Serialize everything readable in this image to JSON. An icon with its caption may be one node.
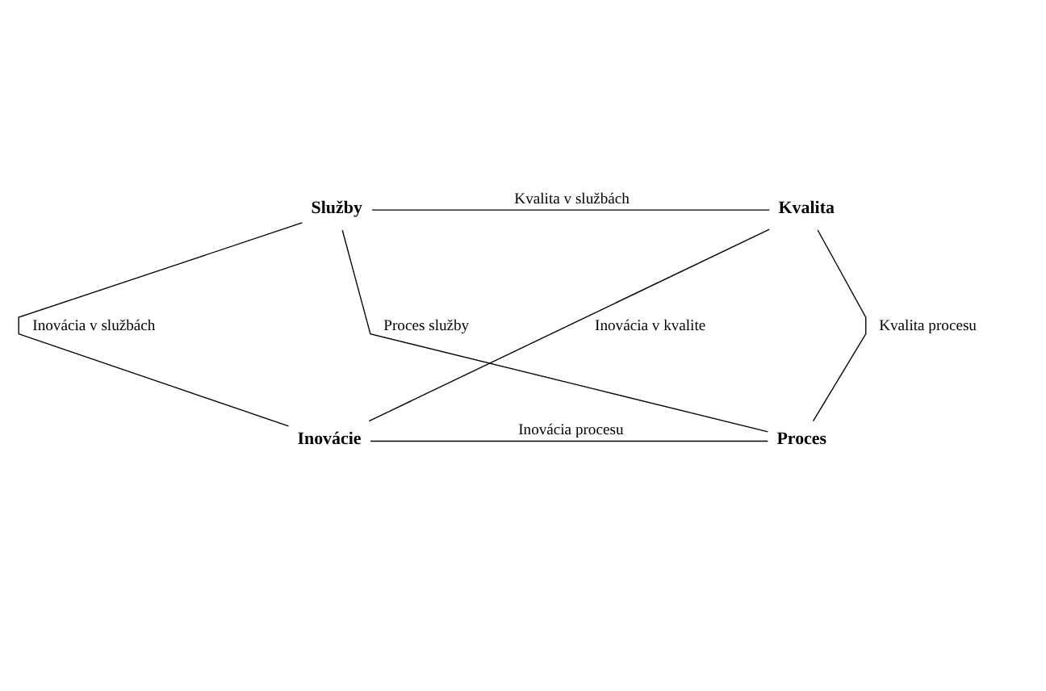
{
  "diagram": {
    "nodes": [
      {
        "text": [
          "Služby"
        ]
      },
      {
        "text": [
          "Kvalita"
        ]
      },
      {
        "text": [
          "Inovácie"
        ]
      },
      {
        "text": [
          "Proces"
        ]
      }
    ],
    "edges": [
      {
        "from": 0,
        "to": 1,
        "arrow": "none",
        "label": "Kvalita v službách"
      },
      {
        "from": 0,
        "to": 2,
        "arrow": "none",
        "label": "Inovácia v službách"
      },
      {
        "from": 0,
        "to": 3,
        "arrow": "none",
        "label": "Proces služby"
      },
      {
        "from": 2,
        "to": 1,
        "arrow": "none",
        "label": "Inovácia v kvalite"
      },
      {
        "from": 1,
        "to": 3,
        "arrow": "none",
        "label": "Kvalita procesu"
      },
      {
        "from": 2,
        "to": 3,
        "arrow": "none",
        "label": "Inovácia procesu"
      }
    ]
  }
}
